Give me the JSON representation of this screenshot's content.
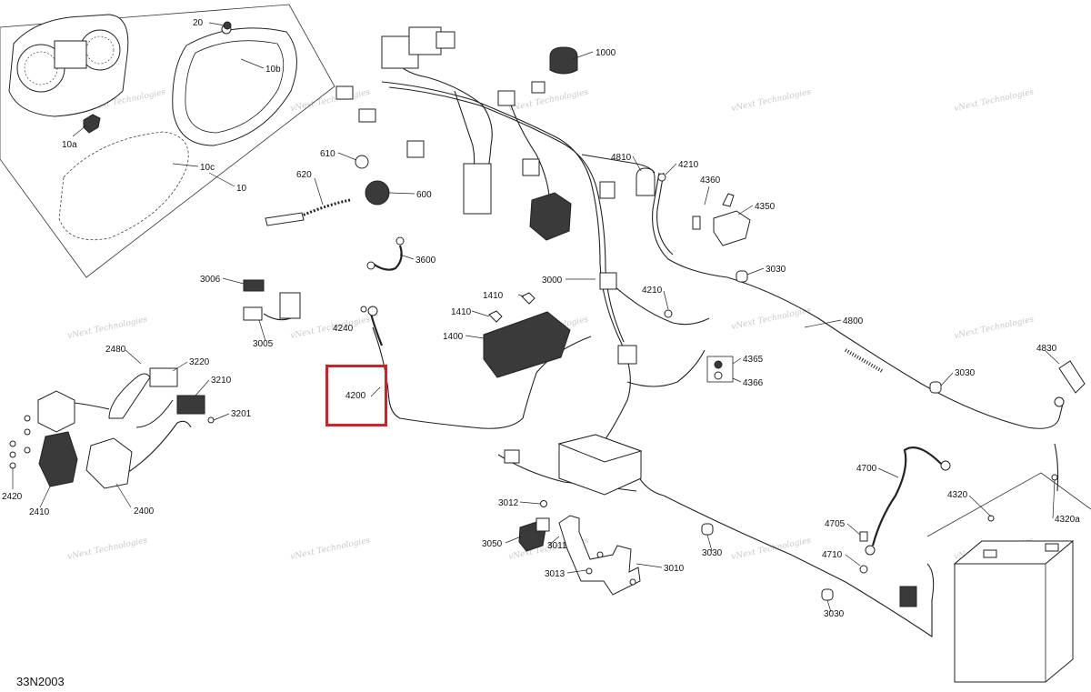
{
  "diagram": {
    "reference_code": "33N2003",
    "highlighted_callout": "4200",
    "watermark": "vNext Technologies",
    "callouts": {
      "c20": "20",
      "c10b": "10b",
      "c10a": "10a",
      "c10c": "10c",
      "c10": "10",
      "c1000": "1000",
      "c610": "610",
      "c620": "620",
      "c600": "600",
      "c3600": "3600",
      "c3006": "3006",
      "c3005": "3005",
      "c4240": "4240",
      "c1410a": "1410",
      "c1410b": "1410",
      "c1400": "1400",
      "c3000": "3000",
      "c4810": "4810",
      "c4210a": "4210",
      "c4360": "4360",
      "c4350": "4350",
      "c3030a": "3030",
      "c4210b": "4210",
      "c4800": "4800",
      "c4365": "4365",
      "c4366": "4366",
      "c4830": "4830",
      "c3030b": "3030",
      "c2480": "2480",
      "c3220": "3220",
      "c3210": "3210",
      "c3201": "3201",
      "c2420": "2420",
      "c2410": "2410",
      "c2400": "2400",
      "c3012": "3012",
      "c3050": "3050",
      "c3011": "3011",
      "c3013": "3013",
      "c3010": "3010",
      "c3030c": "3030",
      "c3030d": "3030",
      "c4700": "4700",
      "c4705": "4705",
      "c4710": "4710",
      "c4320": "4320",
      "c4320a": "4320a"
    }
  }
}
